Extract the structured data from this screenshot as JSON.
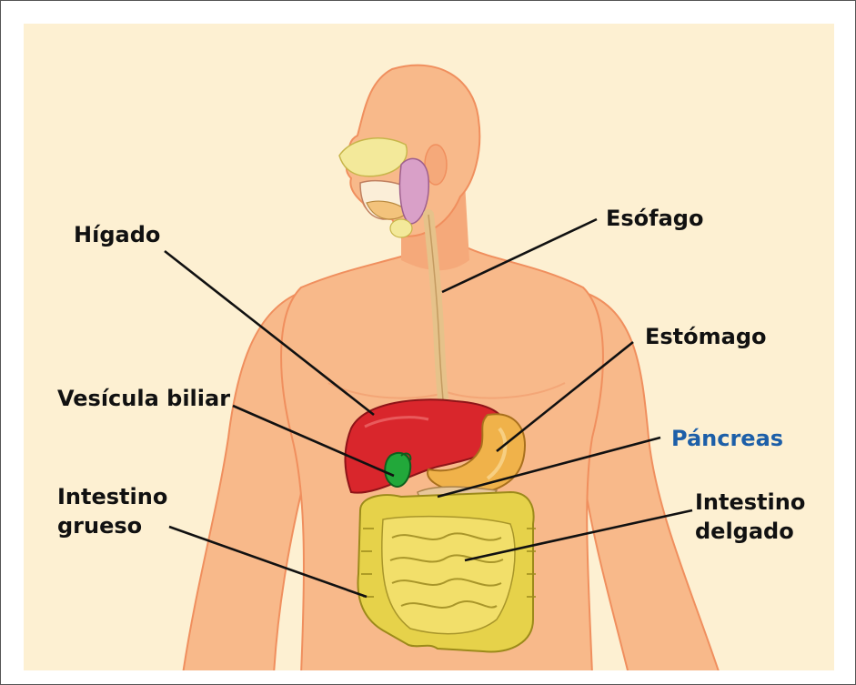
{
  "labels": {
    "higado": "Hígado",
    "esofago": "Esófago",
    "estomago": "Estómago",
    "vesicula": "Vesícula biliar",
    "pancreas": "Páncreas",
    "intestino_grueso_1": "Intestino",
    "intestino_grueso_2": "grueso",
    "intestino_delgado_1": "Intestino",
    "intestino_delgado_2": "delgado"
  },
  "colors": {
    "background": "#fdf0d2",
    "skin": "#f8b98a",
    "skin_shadow": "#f09a6a",
    "liver": "#d9262c",
    "gallbladder": "#22a83a",
    "stomach": "#f0b24a",
    "pancreas": "#e8c79a",
    "intestine": "#e6d24a",
    "highlight_label": "#1d5fa8"
  }
}
